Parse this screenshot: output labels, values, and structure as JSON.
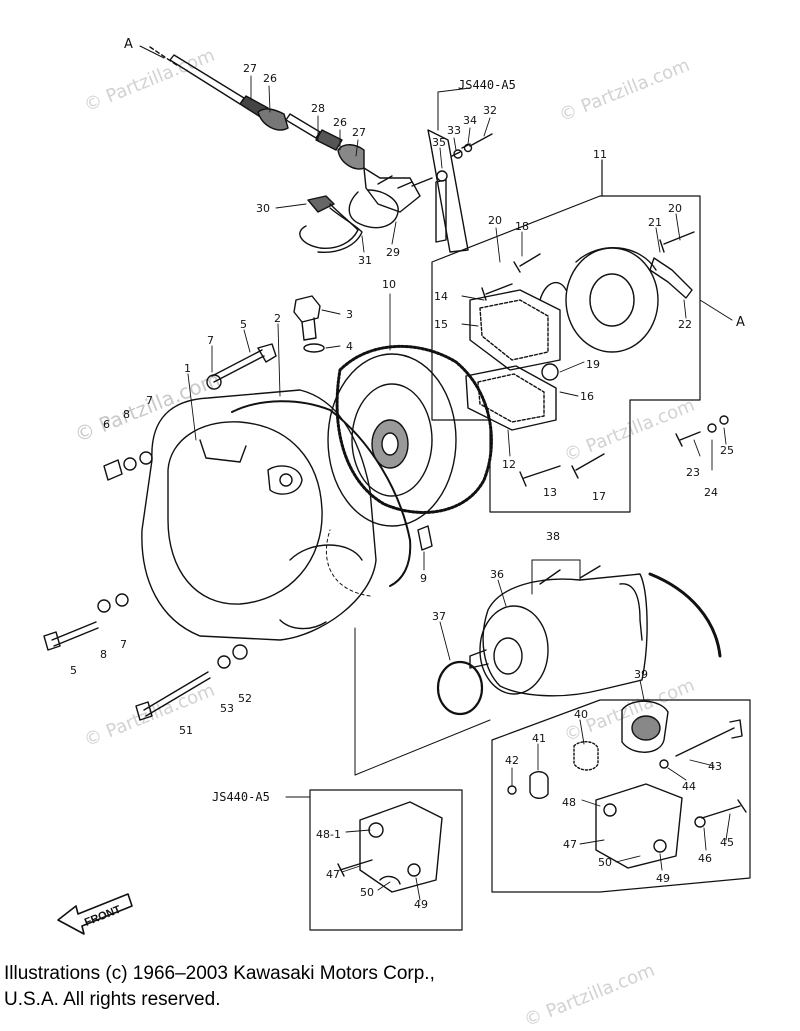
{
  "watermark": "© Partzilla.com",
  "refs": {
    "ref_top": "JS440-A5",
    "ref_bottom": "JS440-A5",
    "connector_a": "A"
  },
  "front_label": "FRONT",
  "caption": {
    "line1": "Illustrations (c) 1966–2003 Kawasaki Motors Corp.,",
    "line2": "U.S.A.  All rights reserved."
  },
  "callouts": {
    "c1": "1",
    "c2": "2",
    "c3": "3",
    "c4": "4",
    "c5a": "5",
    "c5b": "5",
    "c6": "6",
    "c7a": "7",
    "c7b": "7",
    "c8a": "8",
    "c8b": "8",
    "c9": "9",
    "c10": "10",
    "c11": "11",
    "c12": "12",
    "c13": "13",
    "c14": "14",
    "c15": "15",
    "c16": "16",
    "c17": "17",
    "c18": "18",
    "c19": "19",
    "c20a": "20",
    "c20b": "20",
    "c21": "21",
    "c22": "22",
    "c23": "23",
    "c24": "24",
    "c25": "25",
    "c26a": "26",
    "c26b": "26",
    "c27a": "27",
    "c27b": "27",
    "c28": "28",
    "c29": "29",
    "c30": "30",
    "c31": "31",
    "c32": "32",
    "c33": "33",
    "c34": "34",
    "c35": "35",
    "c36": "36",
    "c37": "37",
    "c38": "38",
    "c39": "39",
    "c40": "40",
    "c41": "41",
    "c42": "42",
    "c43": "43",
    "c44": "44",
    "c45": "45",
    "c46": "46",
    "c47a": "47",
    "c47b": "47",
    "c48": "48",
    "c48_1": "48-1",
    "c49a": "49",
    "c49b": "49",
    "c50a": "50",
    "c50b": "50",
    "c51": "51",
    "c52": "52",
    "c53": "53"
  }
}
